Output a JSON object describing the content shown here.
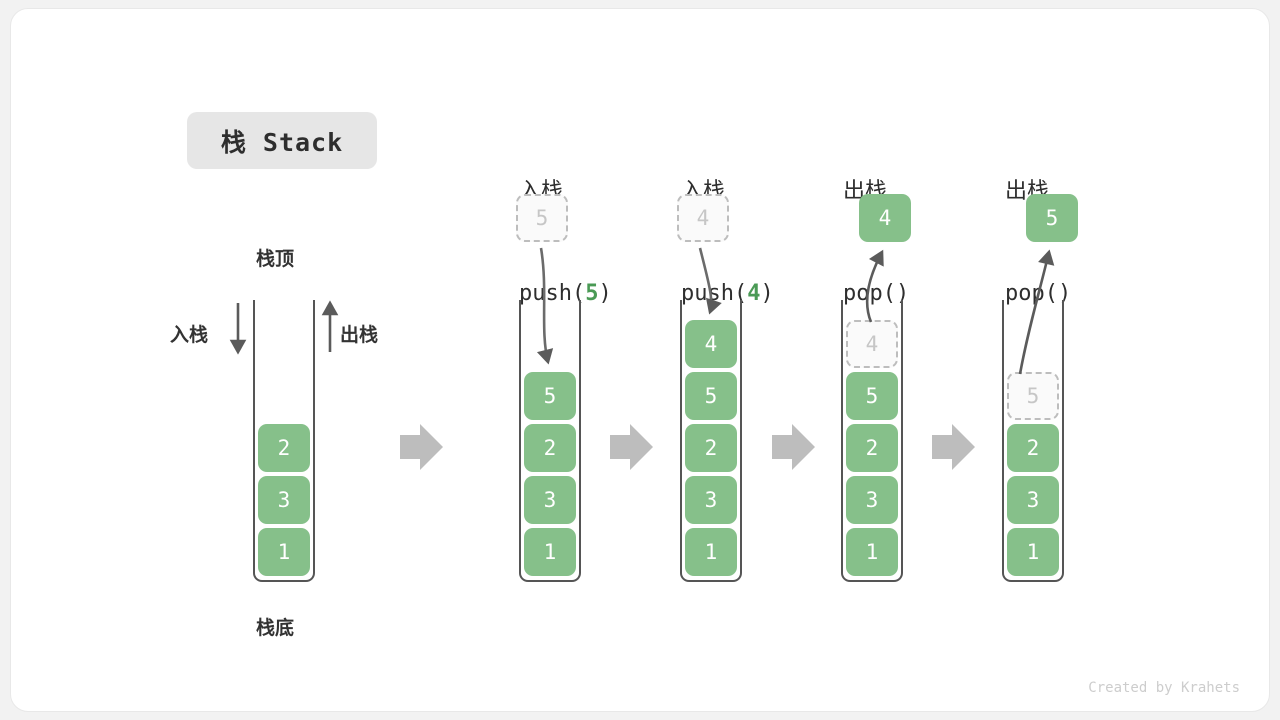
{
  "title": {
    "label": "栈 Stack"
  },
  "labels": {
    "top": "栈顶",
    "bottom": "栈底",
    "push_side": "入栈",
    "pop_side": "出栈"
  },
  "colors": {
    "cell_green": "#86c08a",
    "accent_green": "#4a9a55",
    "ghost_fill": "#fafafa",
    "ghost_border": "#bdbdbd",
    "ghost_text": "#c6c6c6",
    "tube_stroke": "#555555",
    "transition_arrow": "#bdbdbd",
    "text_dark": "#2e2e2e",
    "chip_bg": "#e6e6e6",
    "card_bg": "#ffffff",
    "page_bg": "#f2f2f2"
  },
  "columns": [
    {
      "id": "initial",
      "head_cn": "",
      "head_code": "",
      "cells_top_to_bottom": [
        "2",
        "3",
        "1"
      ]
    },
    {
      "id": "push5",
      "head_cn": "入栈",
      "head_code_pre": "push(",
      "head_code_arg": "5",
      "head_code_post": ")",
      "floating": {
        "value": "5",
        "style": "dashed",
        "position": "above"
      },
      "cells_top_to_bottom": [
        "5",
        "2",
        "3",
        "1"
      ]
    },
    {
      "id": "push4",
      "head_cn": "入栈",
      "head_code_pre": "push(",
      "head_code_arg": "4",
      "head_code_post": ")",
      "floating": {
        "value": "4",
        "style": "dashed",
        "position": "above"
      },
      "cells_top_to_bottom": [
        "4",
        "5",
        "2",
        "3",
        "1"
      ]
    },
    {
      "id": "pop4",
      "head_cn": "出栈",
      "head_code_pre": "pop(",
      "head_code_arg": "",
      "head_code_post": ")",
      "floating": {
        "value": "4",
        "style": "solid",
        "position": "above"
      },
      "cells_top_to_bottom": [
        "4",
        "5",
        "2",
        "3",
        "1"
      ],
      "ghost_index": 0
    },
    {
      "id": "pop5",
      "head_cn": "出栈",
      "head_code_pre": "pop(",
      "head_code_arg": "",
      "head_code_post": ")",
      "floating": {
        "value": "5",
        "style": "solid",
        "position": "above"
      },
      "cells_top_to_bottom": [
        "5",
        "2",
        "3",
        "1"
      ],
      "ghost_index": 0
    }
  ],
  "footer": {
    "credit": "Created by Krahets"
  }
}
